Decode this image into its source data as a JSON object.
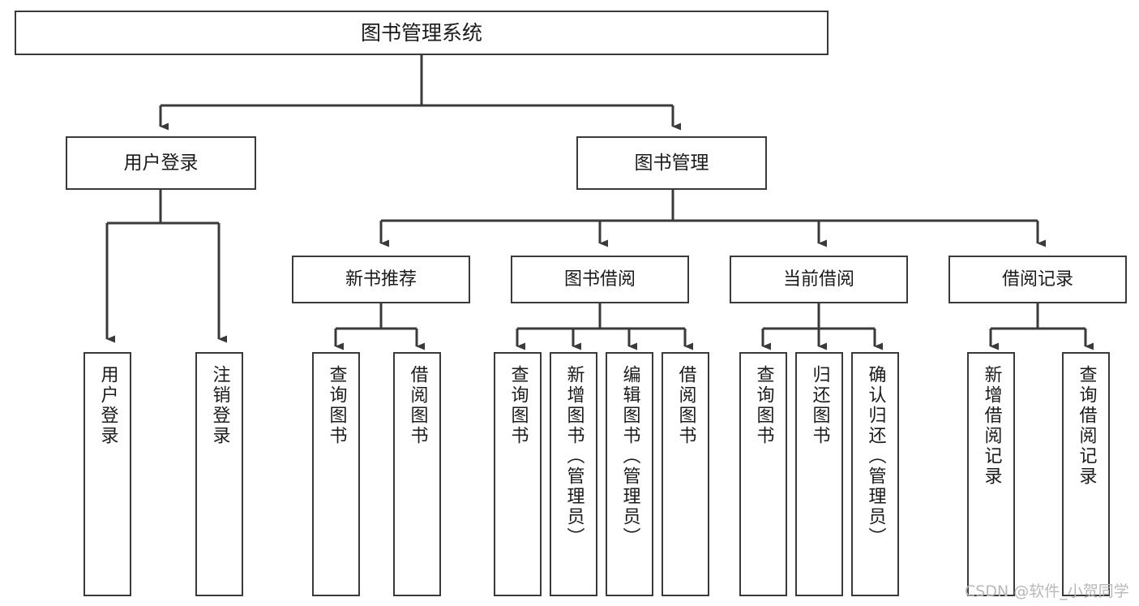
{
  "diagram": {
    "title": "图书管理系统",
    "watermark": "CSDN @软件_小贺同学",
    "line_color": "#3a3a3a",
    "box_fill": "#ffffff",
    "text_color": "#1b1b1b",
    "watermark_color": "#b8b8b8",
    "root": {
      "label": "图书管理系统"
    },
    "level2": [
      {
        "label": "用户登录"
      },
      {
        "label": "图书管理"
      }
    ],
    "level3": [
      {
        "label": "新书推荐"
      },
      {
        "label": "图书借阅"
      },
      {
        "label": "当前借阅"
      },
      {
        "label": "借阅记录"
      }
    ],
    "leaves": {
      "user_login": [
        {
          "label": "用户登录"
        },
        {
          "label": "注销登录"
        }
      ],
      "new_book": [
        {
          "label": "查询图书"
        },
        {
          "label": "借阅图书"
        }
      ],
      "book_borrow": [
        {
          "label": "查询图书"
        },
        {
          "label": "新增图书（管理员）"
        },
        {
          "label": "编辑图书（管理员）"
        },
        {
          "label": "借阅图书"
        }
      ],
      "current_borrow": [
        {
          "label": "查询图书"
        },
        {
          "label": "归还图书"
        },
        {
          "label": "确认归还（管理员）"
        }
      ],
      "borrow_record": [
        {
          "label": "新增借阅记录"
        },
        {
          "label": "查询借阅记录"
        }
      ]
    }
  }
}
